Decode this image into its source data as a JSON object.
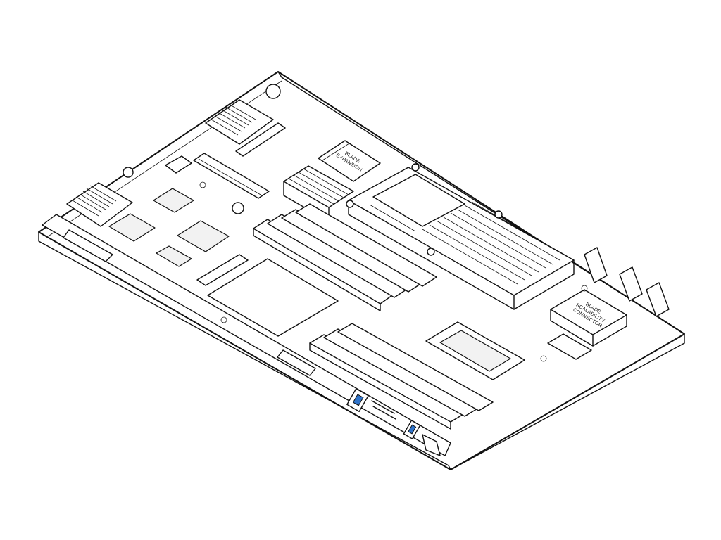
{
  "labels": {
    "expansion": {
      "line1": "BLADE",
      "line2": "EXPANSION"
    },
    "scalability": {
      "line1": "BLADE",
      "line2": "SCALABILITY",
      "line3": "CONNECTOR"
    }
  },
  "colors": {
    "stroke": "#111111",
    "background": "#ffffff",
    "led_blue": "#2f73c9"
  },
  "icons": {
    "power_button": "power-button-blue",
    "usb": "usb-port-blue"
  }
}
